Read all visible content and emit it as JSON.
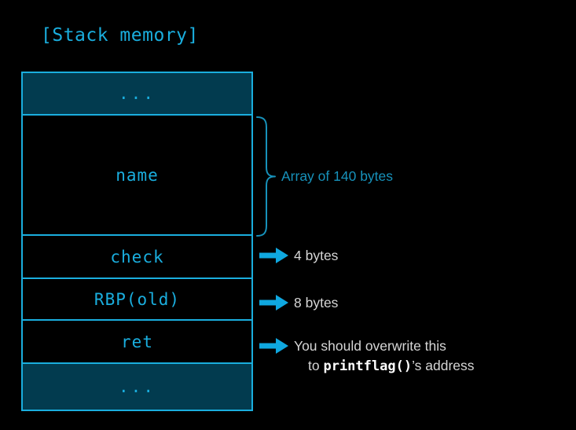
{
  "diagram": {
    "title": "[Stack memory]",
    "background_color": "#000000",
    "accent_color": "#1aaede",
    "fill_color": "#023b4f",
    "text_color": "#d6d6d6",
    "stack_cells": [
      {
        "label": "...",
        "name": "dots-top"
      },
      {
        "label": "name",
        "name": "name"
      },
      {
        "label": "check",
        "name": "check"
      },
      {
        "label": "RBP(old)",
        "name": "rbp-old"
      },
      {
        "label": "ret",
        "name": "ret"
      },
      {
        "label": "...",
        "name": "dots-bottom"
      }
    ],
    "annotations": {
      "array": "Array of 140 bytes",
      "check": "4 bytes",
      "rbp": "8 bytes",
      "ret_line1": "You should overwrite this",
      "ret_line2_prefix": "to ",
      "ret_line2_code": "printflag()",
      "ret_line2_suffix": "’s address"
    }
  }
}
